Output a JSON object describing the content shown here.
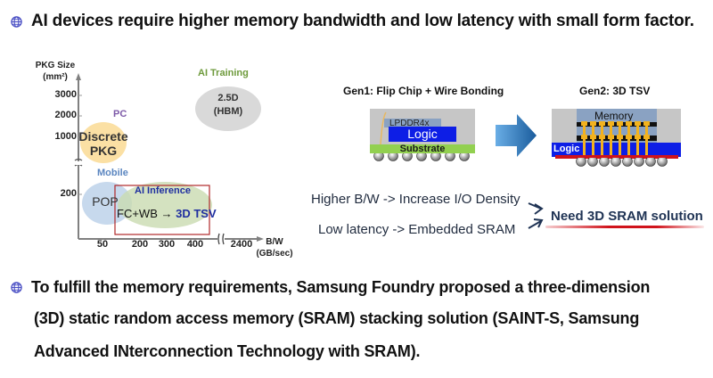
{
  "headline": {
    "icon": "globe-icon",
    "text": "AI devices require higher memory bandwidth and low latency with small form factor."
  },
  "chart": {
    "y_axis": {
      "title_line1": "PKG Size",
      "title_line2": "(mm²)",
      "ticks": [
        "3000",
        "2000",
        "1000",
        "200"
      ]
    },
    "x_axis": {
      "title_line1": "B/W",
      "title_line2": "(GB/sec)",
      "ticks": [
        "50",
        "200",
        "300",
        "400",
        "2400"
      ]
    },
    "categories": [
      {
        "name": "AI Training",
        "bubble_label_line1": "2.5D",
        "bubble_label_line2": "(HBM)",
        "color": "#6e9a3c",
        "bubble_color": "#d9d9d9"
      },
      {
        "name": "PC",
        "bubble_label_line1": "Discrete",
        "bubble_label_line2": "PKG",
        "color": "#7d5aa8",
        "bubble_color": "#fbe0a4"
      },
      {
        "name": "Mobile",
        "bubble_label_line1": "POP",
        "color": "#5b86c0",
        "bubble_color": "#c9dcef"
      },
      {
        "name": "AI Inference",
        "bubble_label_prefix": "FC+WB →",
        "bubble_label_highlight": "3D TSV",
        "color": "#1f2fa0",
        "bubble_color": "#d3e2bd",
        "highlight_box_color": "#b0282a"
      }
    ]
  },
  "gen1": {
    "title": "Gen1: Flip Chip + Wire Bonding",
    "layers": {
      "memory": "LPDDR4x",
      "logic": "Logic",
      "substrate": "Substrate"
    }
  },
  "gen2": {
    "title": "Gen2: 3D TSV",
    "layers": {
      "memory": "Memory",
      "logic": "Logic"
    }
  },
  "requirements": {
    "line1": "Higher B/W -> Increase I/O Density",
    "line2": "Low latency -> Embedded SRAM",
    "conclusion": "Need 3D SRAM solution"
  },
  "summary": {
    "icon": "globe-icon",
    "line1": "To fulfill the memory requirements, Samsung Foundry proposed a three-dimension",
    "line2": "(3D) static random access memory (SRAM) stacking solution (SAINT-S, Samsung",
    "line3": "Advanced INterconnection Technology with SRAM)."
  },
  "colors": {
    "bullet": "#4a4fc4",
    "logic_blue": "#0d1ee6",
    "substrate_green": "#92d050",
    "package_gray": "#c6c6c6",
    "arrow_blue": "#2f78c0",
    "underline_red": "#d0131b"
  }
}
